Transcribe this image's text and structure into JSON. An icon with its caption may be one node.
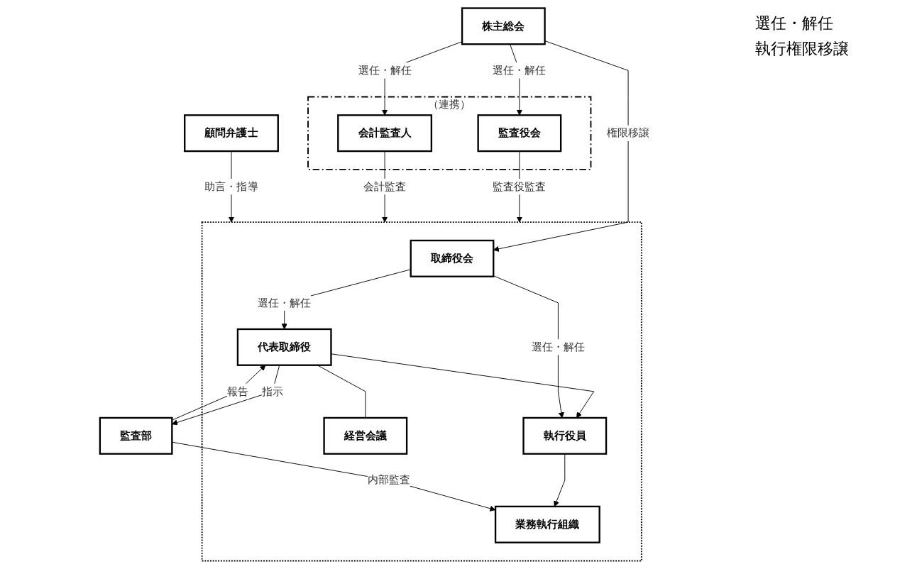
{
  "diagram": {
    "nodes": [
      {
        "text": [
          "株主総会"
        ]
      },
      {
        "text": [
          "（連携）"
        ]
      },
      {
        "text": [
          "監査役会"
        ],
        "in": 1
      },
      {
        "text": [
          "会計監査人"
        ],
        "in": 1
      },
      {
        "text": [],
        "shape": "box"
      },
      {
        "text": [
          "取締役会"
        ],
        "in": 4
      },
      {
        "text": [
          "代表取締役"
        ],
        "in": 4
      },
      {
        "text": [
          "経営会議"
        ],
        "in": 4
      },
      {
        "text": [
          "監査部"
        ]
      },
      {
        "text": [
          "執行役員"
        ],
        "in": 4
      },
      {
        "text": [
          "業務執行組織"
        ],
        "in": 4
      },
      {
        "text": [
          "顧問弁護士"
        ]
      }
    ],
    "edges": [
      {
        "from": 0,
        "to": 2,
        "arrow": "to",
        "label": "選任・解任"
      },
      {
        "from": 0,
        "to": 3,
        "arrow": "to",
        "label": "選任・解任"
      },
      {
        "from": 0,
        "to": 5,
        "arrow": "to",
        "label": "権限移譲"
      },
      {
        "from": 2,
        "to": 4,
        "arrow": "to",
        "label": "監査役監査"
      },
      {
        "from": 3,
        "to": 4,
        "arrow": "to",
        "label": "会計監査"
      },
      {
        "from": 11,
        "to": 4,
        "arrow": "to",
        "label": "助言・指導"
      },
      {
        "from": 5,
        "to": 6,
        "arrow": "to",
        "label": "選任・解任"
      },
      {
        "from": 6,
        "to": 8,
        "arrow": "to",
        "label": "指示"
      },
      {
        "from": 8,
        "to": 6,
        "arrow": "to",
        "label": "報告"
      },
      {
        "from": 6,
        "to": 7,
        "arrow": "none"
      },
      {
        "from": 6,
        "to": 9,
        "arrow": "to"
      },
      {
        "from": 5,
        "to": 9,
        "arrow": "to",
        "label": "選任・解任"
      },
      {
        "from": 9,
        "to": 10,
        "arrow": "to"
      },
      {
        "from": 8,
        "to": 10,
        "arrow": "to",
        "label": "内部監査"
      }
    ],
    "labels": [
      "選任・解任",
      "執行権限移譲"
    ]
  }
}
